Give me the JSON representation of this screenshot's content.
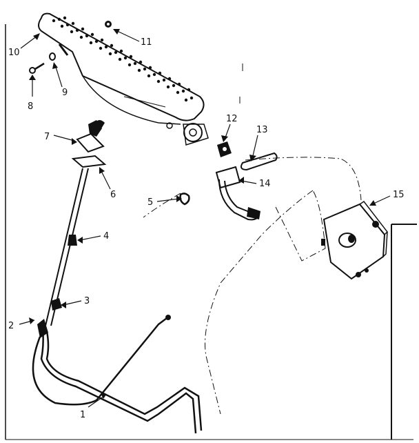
{
  "diagram": {
    "callouts": [
      {
        "id": "1",
        "label": "1"
      },
      {
        "id": "2",
        "label": "2"
      },
      {
        "id": "3",
        "label": "3"
      },
      {
        "id": "4",
        "label": "4"
      },
      {
        "id": "5",
        "label": "5"
      },
      {
        "id": "6",
        "label": "6"
      },
      {
        "id": "7",
        "label": "7"
      },
      {
        "id": "8",
        "label": "8"
      },
      {
        "id": "9",
        "label": "9"
      },
      {
        "id": "10",
        "label": "10"
      },
      {
        "id": "11",
        "label": "11"
      },
      {
        "id": "12",
        "label": "12"
      },
      {
        "id": "13",
        "label": "13"
      },
      {
        "id": "14",
        "label": "14"
      },
      {
        "id": "15",
        "label": "15"
      }
    ],
    "colors": {
      "ink": "#111111",
      "paper": "#ffffff"
    }
  }
}
